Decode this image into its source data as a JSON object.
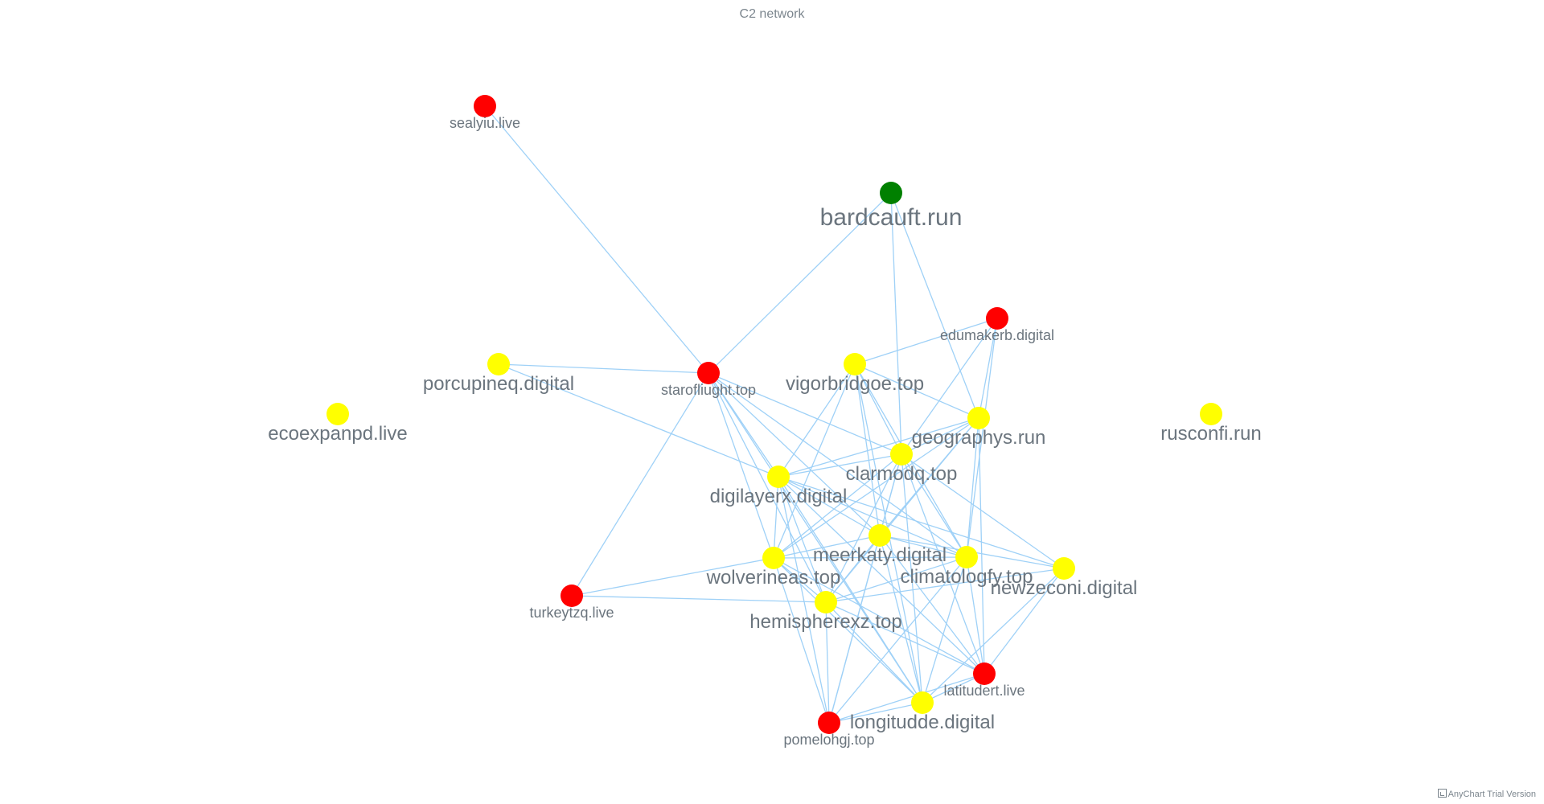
{
  "title": "C2 network",
  "credit": "AnyChart Trial Version",
  "colors": {
    "edge": "#9fd1f7",
    "label": "#6b757e"
  },
  "nodes": [
    {
      "id": "sealyiu.live",
      "color": "#ff0000",
      "label_size": "small"
    },
    {
      "id": "bardcauft.run",
      "color": "#008000",
      "label_size": "large"
    },
    {
      "id": "edumakerb.digital",
      "color": "#ff0000",
      "label_size": "small"
    },
    {
      "id": "porcupineq.digital",
      "color": "#ffff00",
      "label_size": "medium"
    },
    {
      "id": "starofliught.top",
      "color": "#ff0000",
      "label_size": "small"
    },
    {
      "id": "vigorbridgoe.top",
      "color": "#ffff00",
      "label_size": "medium"
    },
    {
      "id": "ecoexpanpd.live",
      "color": "#ffff00",
      "label_size": "medium"
    },
    {
      "id": "rusconfi.run",
      "color": "#ffff00",
      "label_size": "medium"
    },
    {
      "id": "geographys.run",
      "color": "#ffff00",
      "label_size": "medium"
    },
    {
      "id": "clarmodq.top",
      "color": "#ffff00",
      "label_size": "medium"
    },
    {
      "id": "digilayerx.digital",
      "color": "#ffff00",
      "label_size": "medium"
    },
    {
      "id": "meerkaty.digital",
      "color": "#ffff00",
      "label_size": "medium"
    },
    {
      "id": "climatologfy.top",
      "color": "#ffff00",
      "label_size": "medium"
    },
    {
      "id": "newzeconi.digital",
      "color": "#ffff00",
      "label_size": "medium"
    },
    {
      "id": "wolverineas.top",
      "color": "#ffff00",
      "label_size": "medium"
    },
    {
      "id": "turkeytzq.live",
      "color": "#ff0000",
      "label_size": "small"
    },
    {
      "id": "hemispherexz.top",
      "color": "#ffff00",
      "label_size": "medium"
    },
    {
      "id": "latitudert.live",
      "color": "#ff0000",
      "label_size": "small"
    },
    {
      "id": "longitudde.digital",
      "color": "#ffff00",
      "label_size": "medium"
    },
    {
      "id": "pomelohgj.top",
      "color": "#ff0000",
      "label_size": "small"
    }
  ],
  "edges": [
    [
      "sealyiu.live",
      "starofliught.top"
    ],
    [
      "bardcauft.run",
      "starofliught.top"
    ],
    [
      "bardcauft.run",
      "geographys.run"
    ],
    [
      "bardcauft.run",
      "clarmodq.top"
    ],
    [
      "edumakerb.digital",
      "vigorbridgoe.top"
    ],
    [
      "edumakerb.digital",
      "geographys.run"
    ],
    [
      "edumakerb.digital",
      "clarmodq.top"
    ],
    [
      "edumakerb.digital",
      "climatologfy.top"
    ],
    [
      "porcupineq.digital",
      "starofliught.top"
    ],
    [
      "porcupineq.digital",
      "digilayerx.digital"
    ],
    [
      "starofliught.top",
      "digilayerx.digital"
    ],
    [
      "starofliught.top",
      "clarmodq.top"
    ],
    [
      "starofliught.top",
      "meerkaty.digital"
    ],
    [
      "starofliught.top",
      "wolverineas.top"
    ],
    [
      "starofliught.top",
      "hemispherexz.top"
    ],
    [
      "starofliught.top",
      "turkeytzq.live"
    ],
    [
      "starofliught.top",
      "longitudde.digital"
    ],
    [
      "starofliught.top",
      "climatologfy.top"
    ],
    [
      "vigorbridgoe.top",
      "geographys.run"
    ],
    [
      "vigorbridgoe.top",
      "clarmodq.top"
    ],
    [
      "vigorbridgoe.top",
      "digilayerx.digital"
    ],
    [
      "vigorbridgoe.top",
      "wolverineas.top"
    ],
    [
      "vigorbridgoe.top",
      "meerkaty.digital"
    ],
    [
      "vigorbridgoe.top",
      "climatologfy.top"
    ],
    [
      "vigorbridgoe.top",
      "longitudde.digital"
    ],
    [
      "geographys.run",
      "clarmodq.top"
    ],
    [
      "geographys.run",
      "digilayerx.digital"
    ],
    [
      "geographys.run",
      "wolverineas.top"
    ],
    [
      "geographys.run",
      "hemispherexz.top"
    ],
    [
      "geographys.run",
      "climatologfy.top"
    ],
    [
      "geographys.run",
      "latitudert.live"
    ],
    [
      "geographys.run",
      "meerkaty.digital"
    ],
    [
      "clarmodq.top",
      "digilayerx.digital"
    ],
    [
      "clarmodq.top",
      "wolverineas.top"
    ],
    [
      "clarmodq.top",
      "meerkaty.digital"
    ],
    [
      "clarmodq.top",
      "climatologfy.top"
    ],
    [
      "clarmodq.top",
      "newzeconi.digital"
    ],
    [
      "clarmodq.top",
      "hemispherexz.top"
    ],
    [
      "clarmodq.top",
      "latitudert.live"
    ],
    [
      "clarmodq.top",
      "longitudde.digital"
    ],
    [
      "clarmodq.top",
      "pomelohgj.top"
    ],
    [
      "digilayerx.digital",
      "wolverineas.top"
    ],
    [
      "digilayerx.digital",
      "meerkaty.digital"
    ],
    [
      "digilayerx.digital",
      "climatologfy.top"
    ],
    [
      "digilayerx.digital",
      "newzeconi.digital"
    ],
    [
      "digilayerx.digital",
      "hemispherexz.top"
    ],
    [
      "digilayerx.digital",
      "latitudert.live"
    ],
    [
      "digilayerx.digital",
      "longitudde.digital"
    ],
    [
      "digilayerx.digital",
      "pomelohgj.top"
    ],
    [
      "meerkaty.digital",
      "wolverineas.top"
    ],
    [
      "meerkaty.digital",
      "climatologfy.top"
    ],
    [
      "meerkaty.digital",
      "hemispherexz.top"
    ],
    [
      "meerkaty.digital",
      "newzeconi.digital"
    ],
    [
      "meerkaty.digital",
      "latitudert.live"
    ],
    [
      "meerkaty.digital",
      "longitudde.digital"
    ],
    [
      "meerkaty.digital",
      "pomelohgj.top"
    ],
    [
      "climatologfy.top",
      "wolverineas.top"
    ],
    [
      "climatologfy.top",
      "hemispherexz.top"
    ],
    [
      "climatologfy.top",
      "latitudert.live"
    ],
    [
      "climatologfy.top",
      "longitudde.digital"
    ],
    [
      "climatologfy.top",
      "pomelohgj.top"
    ],
    [
      "newzeconi.digital",
      "hemispherexz.top"
    ],
    [
      "newzeconi.digital",
      "latitudert.live"
    ],
    [
      "newzeconi.digital",
      "longitudde.digital"
    ],
    [
      "wolverineas.top",
      "turkeytzq.live"
    ],
    [
      "wolverineas.top",
      "hemispherexz.top"
    ],
    [
      "wolverineas.top",
      "latitudert.live"
    ],
    [
      "wolverineas.top",
      "longitudde.digital"
    ],
    [
      "wolverineas.top",
      "pomelohgj.top"
    ],
    [
      "turkeytzq.live",
      "hemispherexz.top"
    ],
    [
      "hemispherexz.top",
      "latitudert.live"
    ],
    [
      "hemispherexz.top",
      "longitudde.digital"
    ],
    [
      "hemispherexz.top",
      "pomelohgj.top"
    ],
    [
      "latitudert.live",
      "longitudde.digital"
    ],
    [
      "latitudert.live",
      "pomelohgj.top"
    ],
    [
      "longitudde.digital",
      "pomelohgj.top"
    ]
  ]
}
